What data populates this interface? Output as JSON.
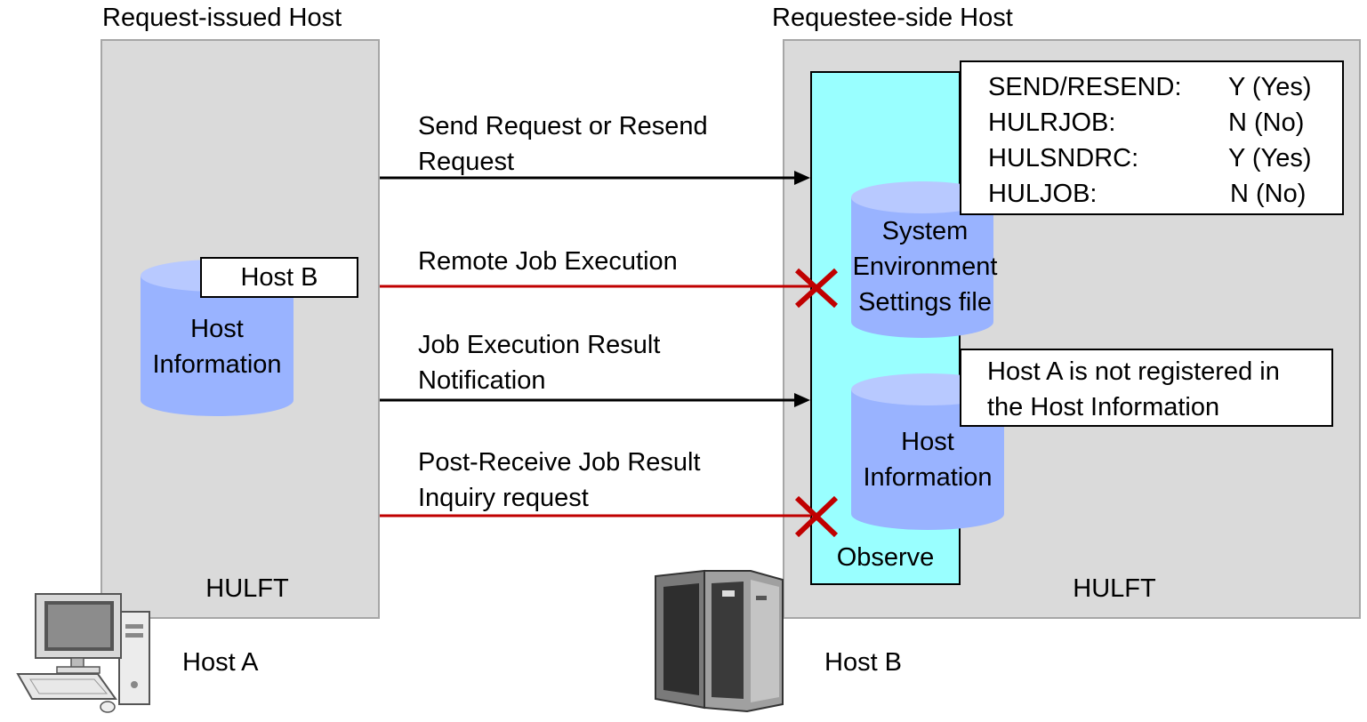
{
  "left_host": {
    "header": "Request-issued Host",
    "footer": "HULFT",
    "db_label_line1": "Host",
    "db_label_line2": "Information",
    "tag": "Host B",
    "machine_label": "Host A"
  },
  "right_host": {
    "header": "Requestee-side Host",
    "footer": "HULFT",
    "machine_label": "Host B",
    "observe_label": "Observe",
    "settings_db": {
      "line1": "System",
      "line2": "Environment",
      "line3": "Settings file"
    },
    "hostinfo_db": {
      "line1": "Host",
      "line2": "Information"
    },
    "settings": [
      {
        "key": "SEND/RESEND:",
        "value": "Y (Yes)"
      },
      {
        "key": "HULRJOB:",
        "value": "N (No)"
      },
      {
        "key": "HULSNDRC:",
        "value": "Y (Yes)"
      },
      {
        "key": "HULJOB:",
        "value": "N (No)"
      }
    ],
    "note": {
      "line1": "Host A is not registered in",
      "line2": "the Host Information"
    }
  },
  "arrows": [
    {
      "line1": "Send Request or Resend",
      "line2": "Request",
      "status": "ok",
      "color": "#000000"
    },
    {
      "line1": "Remote Job Execution",
      "line2": "",
      "status": "blocked",
      "color": "#c00000"
    },
    {
      "line1": "Job Execution Result",
      "line2": "Notification",
      "status": "ok",
      "color": "#000000"
    },
    {
      "line1": "Post-Receive Job Result",
      "line2": "Inquiry request",
      "status": "blocked",
      "color": "#c00000"
    }
  ],
  "colors": {
    "panel_fill": "#dadada",
    "observe_fill": "#99ffff",
    "database_fill": "#99b3ff",
    "blocked_red": "#c00000"
  }
}
